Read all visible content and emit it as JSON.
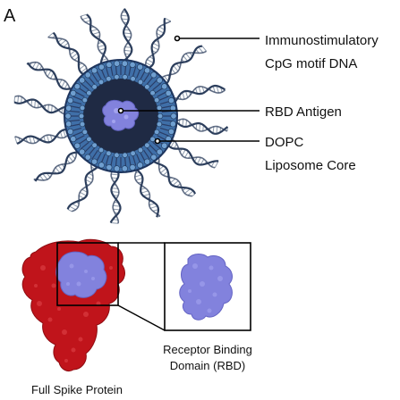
{
  "panel_letter": "A",
  "labels": {
    "cpg_line1": "Immunostimulatory",
    "cpg_line2": "CpG motif DNA",
    "rbd_antigen": "RBD Antigen",
    "dopc_line1": "DOPC",
    "dopc_line2": "Liposome Core",
    "rbd_domain_line1": "Receptor Binding",
    "rbd_domain_line2": "Domain (RBD)",
    "full_spike": "Full Spike Protein"
  },
  "colors": {
    "dna_strand": "#2c3e5c",
    "dna_strand_light": "#8d9aab",
    "bilayer_head": "#6f9fd0",
    "bilayer_tail": "#2a3d66",
    "liposome_core": "#1f2a44",
    "rbd_protein": "#8282dd",
    "spike_protein": "#c0141b",
    "leader_line": "#000000"
  }
}
